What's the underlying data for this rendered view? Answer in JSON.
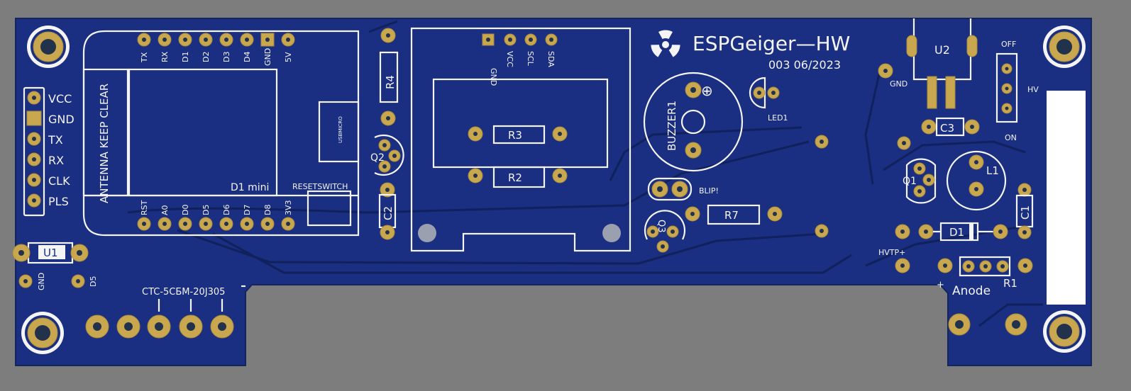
{
  "board": {
    "title": "ESPGeiger—HW",
    "revision": "003 06/2023",
    "colors": {
      "background": "#7d7d7d",
      "board": "#1a2e82",
      "copper": "#c9a74f",
      "silk": "#f4f4f4",
      "sticker": "#ffffff"
    }
  },
  "left_header": {
    "labels": [
      "VCC",
      "GND",
      "TX",
      "RX",
      "CLK",
      "PLS"
    ]
  },
  "d1mini": {
    "top_labels": [
      "TX",
      "RX",
      "D1",
      "D2",
      "D3",
      "D4",
      "GND",
      "5V"
    ],
    "bottom_labels": [
      "RST",
      "A0",
      "D0",
      "D5",
      "D6",
      "D7",
      "D8",
      "3V3"
    ],
    "name": "D1 mini",
    "antenna": "ANTENNA KEEP CLEAR",
    "usb": "USBMICRO",
    "reset": "RESETSWITCH"
  },
  "u1": {
    "name": "U1",
    "pin_labels": [
      "GND",
      "D5"
    ]
  },
  "connector": {
    "label": "CTC-5СБМ-20J305"
  },
  "oled": {
    "labels": [
      "GND",
      "VCC",
      "SCL",
      "SDA"
    ]
  },
  "components": {
    "r1": "R1",
    "r2": "R2",
    "r3": "R3",
    "r4": "R4",
    "r7": "R7",
    "c1": "C1",
    "c2": "C2",
    "c3": "C3",
    "q1": "Q1",
    "q2": "Q2",
    "q3": "Q3",
    "d1": "D1",
    "l1": "L1",
    "u2": "U2",
    "buzzer": "BUZZER1",
    "led": "LED1",
    "blip": "BLIP!",
    "buzzer_plus": "⊕"
  },
  "right_labels": {
    "gnd": "GND",
    "off": "OFF",
    "hv": "HV",
    "on": "ON",
    "hvtp": "HVTP+",
    "anode": "Anode",
    "plus": "+"
  }
}
